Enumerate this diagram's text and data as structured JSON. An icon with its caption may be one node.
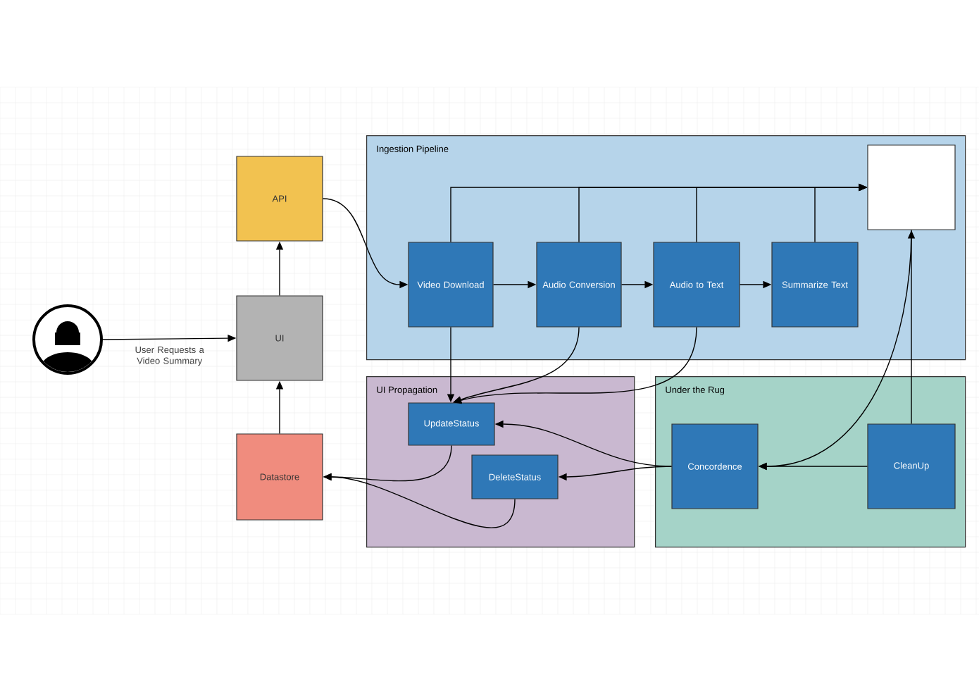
{
  "diagram": {
    "nodes": [
      {
        "text": [],
        "shape": "person"
      },
      {
        "text": [
          "API"
        ]
      },
      {
        "text": [
          "UI"
        ]
      },
      {
        "text": [
          "Datastore"
        ]
      },
      {
        "text": [
          "Ingestion Pipeline"
        ]
      },
      {
        "text": [
          "Video Download"
        ],
        "in": 4
      },
      {
        "text": [
          "Audio Conversion"
        ],
        "in": 4
      },
      {
        "text": [
          "Audio to Text"
        ],
        "in": 4
      },
      {
        "text": [
          "Summarize Text"
        ],
        "in": 4
      },
      {
        "text": [],
        "shape": "box",
        "in": 4
      },
      {
        "text": [
          "UI Propagation"
        ]
      },
      {
        "text": [
          "UpdateStatus"
        ],
        "in": 10
      },
      {
        "text": [
          "DeleteStatus"
        ],
        "in": 10
      },
      {
        "text": [
          "Under the Rug"
        ]
      },
      {
        "text": [
          "Concordence"
        ],
        "in": 13
      },
      {
        "text": [
          "CleanUp"
        ],
        "in": 13
      }
    ],
    "edges": [
      {
        "from": 0,
        "to": 2,
        "arrow": "to",
        "label": "User Requests a Video Summary"
      },
      {
        "from": 2,
        "to": 1,
        "arrow": "to"
      },
      {
        "from": 3,
        "to": 2,
        "arrow": "to"
      },
      {
        "from": 1,
        "to": 5,
        "arrow": "to"
      },
      {
        "from": 5,
        "to": 6,
        "arrow": "to"
      },
      {
        "from": 6,
        "to": 7,
        "arrow": "to"
      },
      {
        "from": 7,
        "to": 8,
        "arrow": "to"
      },
      {
        "from": 5,
        "to": 9,
        "arrow": "to"
      },
      {
        "from": 6,
        "to": 9,
        "arrow": "to"
      },
      {
        "from": 7,
        "to": 9,
        "arrow": "to"
      },
      {
        "from": 8,
        "to": 9,
        "arrow": "to"
      },
      {
        "from": 5,
        "to": 11,
        "arrow": "to"
      },
      {
        "from": 6,
        "to": 11,
        "arrow": "to"
      },
      {
        "from": 7,
        "to": 11,
        "arrow": "to"
      },
      {
        "from": 14,
        "to": 11,
        "arrow": "to"
      },
      {
        "from": 14,
        "to": 12,
        "arrow": "to"
      },
      {
        "from": 15,
        "to": 14,
        "arrow": "to"
      },
      {
        "from": 15,
        "to": 9,
        "arrow": "to"
      },
      {
        "from": 9,
        "to": 14,
        "arrow": "to"
      },
      {
        "from": 11,
        "to": 3,
        "arrow": "to"
      },
      {
        "from": 12,
        "to": 3,
        "arrow": "to"
      }
    ]
  }
}
